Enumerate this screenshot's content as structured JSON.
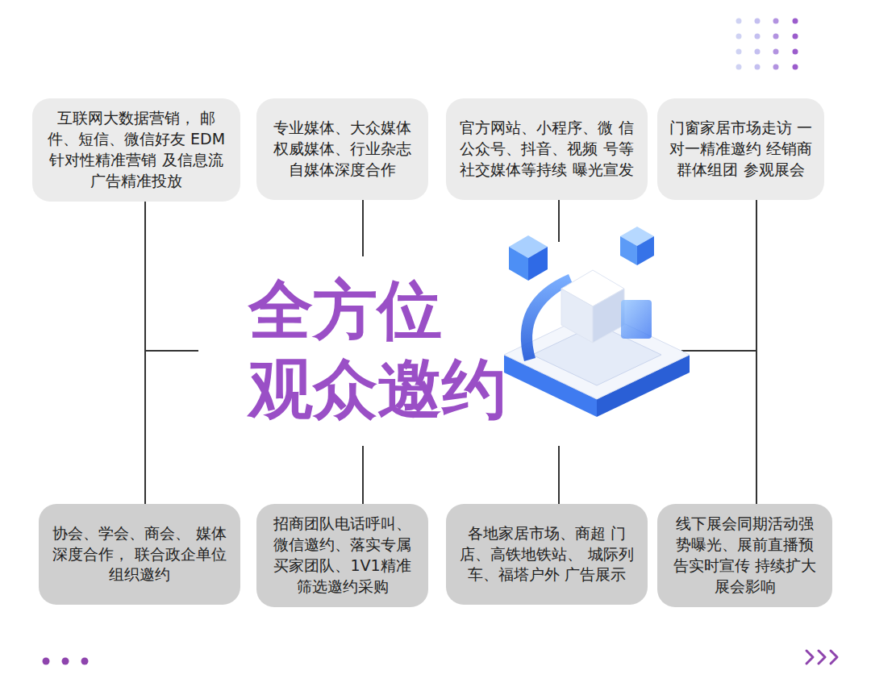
{
  "diagram": {
    "title": "全方位 观众邀约",
    "nodes": [
      {
        "text": [
          "互联网大数据营销， 邮件、短信、微信好友 EDM针对性精准营销 及信息流广告精准投放"
        ]
      },
      {
        "text": [
          "专业媒体、大众媒体 权威媒体、行业杂志 自媒体深度合作"
        ]
      },
      {
        "text": [
          "官方网站、小程序、微 信公众号、抖音、视频 号等社交媒体等持续 曝光宣发"
        ]
      },
      {
        "text": [
          "门窗家居市场走访 一对一精准邀约 经销商群体组团 参观展会"
        ]
      },
      {
        "text": [
          "协会、学会、商会、 媒体深度合作， 联合政企单位组织邀约"
        ]
      },
      {
        "text": [
          "招商团队电话呼叫、 微信邀约、落实专属 买家团队、1V1精准 筛选邀约采购"
        ]
      },
      {
        "text": [
          "各地家居市场、商超 门店、高铁地铁站、 城际列车、福塔户外 广告展示"
        ]
      },
      {
        "text": [
          "线下展会同期活动强 势曝光、展前直播预 告实时宣传 持续扩大展会影响"
        ]
      }
    ],
    "edges": [
      {
        "from": 0,
        "to": 4,
        "arrow": "none"
      },
      {
        "from": 3,
        "to": 7,
        "arrow": "none"
      }
    ]
  }
}
